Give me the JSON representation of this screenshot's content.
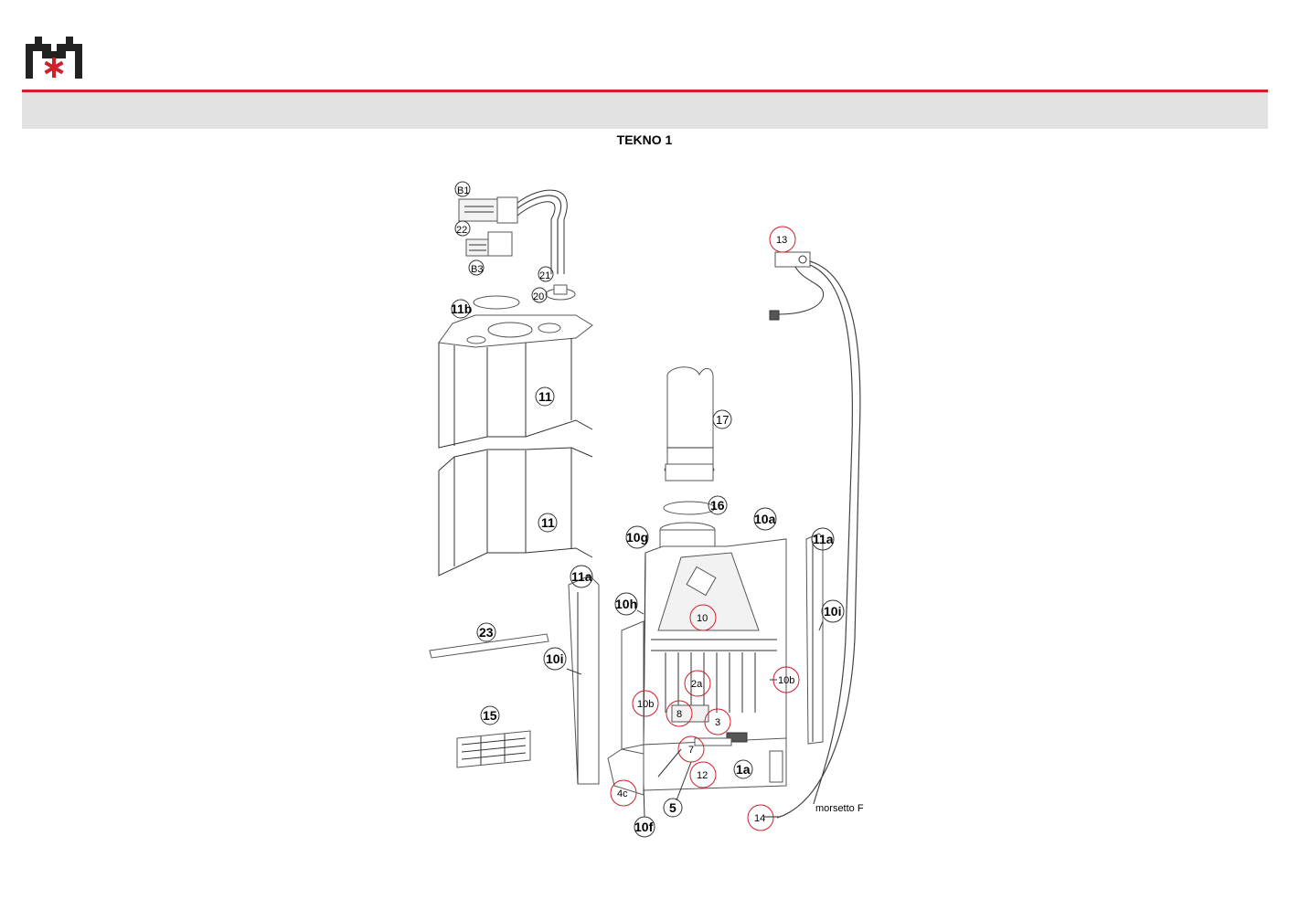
{
  "header": {
    "brand_color": "#d0202a",
    "band_color": "#e2e2e2",
    "logo_icon": "logo-icon"
  },
  "title": "TEKNO 1",
  "callouts": {
    "B1": "B1",
    "c22": "22",
    "B3": "B3",
    "c21": "21",
    "c20": "20",
    "c11b": "11b",
    "c11_top": "11",
    "c11_bottom": "11",
    "c17": "17",
    "c16": "16",
    "c13": "13",
    "c10a": "10a",
    "c10g": "10g",
    "c11a_left": "11a",
    "c11a_right": "11a",
    "c10h": "10h",
    "c10": "10",
    "c10i_left": "10i",
    "c10i_right": "10i",
    "c23": "23",
    "c2a": "2a",
    "c10b_right": "10b",
    "c10b_left": "10b",
    "c8": "8",
    "c3": "3",
    "c15": "15",
    "c7": "7",
    "c12": "12",
    "c1a": "1a",
    "c4c": "4c",
    "c5": "5",
    "c10f": "10f",
    "c14": "14"
  },
  "annotations": {
    "morsetto": "morsetto F"
  }
}
